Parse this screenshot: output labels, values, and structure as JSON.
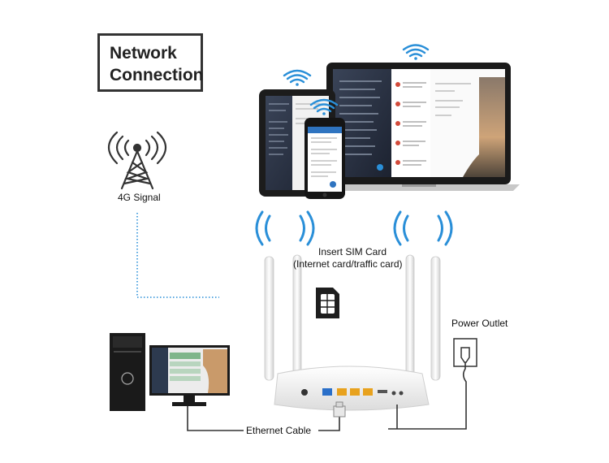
{
  "diagram": {
    "title_lines": [
      "Network",
      "Connection"
    ],
    "signal_label": "4G Signal",
    "sim_label_lines": [
      "Insert SIM Card",
      "(Internet card/traffic card)"
    ],
    "power_label": "Power Outlet",
    "ethernet_label": "Ethernet Cable"
  },
  "icons": {
    "tower": "cell-tower-icon",
    "wifi": "wifi-waves-icon",
    "sim": "sim-card-icon",
    "plug": "power-plug-icon"
  },
  "colors": {
    "wifi_blue": "#2a8fd8",
    "dotted_line": "#2a8fd8",
    "border_dark": "#333333",
    "router_white": "#f2f2f2",
    "port_yellow": "#e8a21e",
    "port_blue": "#2a6fc9"
  }
}
